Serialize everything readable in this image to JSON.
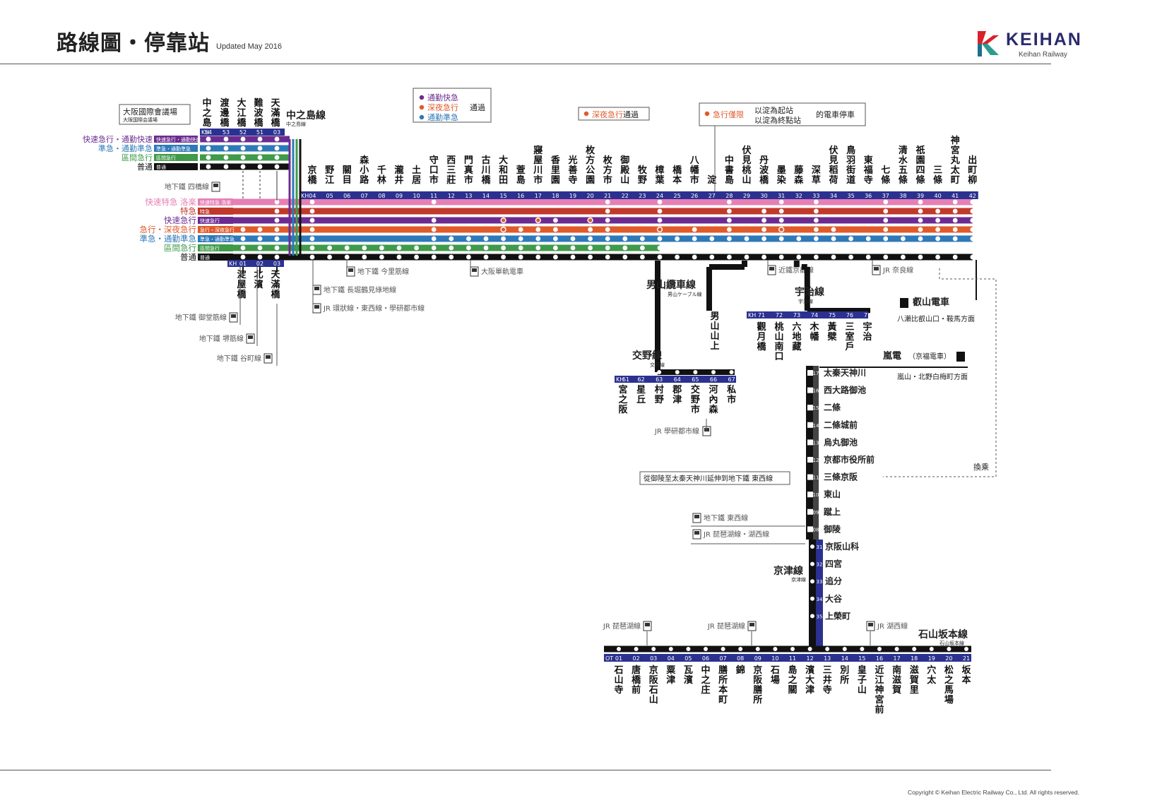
{
  "header": {
    "title": "路線圖・停靠站",
    "updated": "Updated May 2016",
    "brand": "KEIHAN",
    "brand_sub": "Keihan Railway",
    "copyright": "Copyright © Keihan Electric Railway Co., Ltd. All rights reserved."
  },
  "colors": {
    "rapid_express": "#e67fb5",
    "limited_express": "#c0392b",
    "rapid_exp": "#6b2c91",
    "express": "#e05a2a",
    "semi_express": "#2e79b8",
    "sub_express": "#3f9a4a",
    "local": "#111111",
    "navy": "#2b3190"
  },
  "legend": {
    "mainline_services": [
      {
        "label": "快速特急 洛楽",
        "tag": "快速特急 洛楽",
        "color": "#e67fb5"
      },
      {
        "label": "特急",
        "tag": "特急",
        "color": "#c0392b"
      },
      {
        "label": "快速急行",
        "tag": "快速急行",
        "color": "#6b2c91"
      },
      {
        "label": "急行・深夜急行",
        "tag": "急行・深夜急行",
        "color": "#e05a2a"
      },
      {
        "label": "準急・通勤準急",
        "tag": "準急・通勤準急",
        "color": "#2e79b8"
      },
      {
        "label": "區間急行",
        "tag": "區間急行",
        "color": "#3f9a4a"
      },
      {
        "label": "普通",
        "tag": "普通",
        "color": "#111111"
      }
    ],
    "nakanoshima_services": [
      {
        "label": "快速急行・通勤快速",
        "tag": "快速急行・通勤快速",
        "color": "#6b2c91"
      },
      {
        "label": "準急・通勤準急",
        "tag": "準急・通勤準急",
        "color": "#2e79b8"
      },
      {
        "label": "區間急行",
        "tag": "區間急行",
        "color": "#3f9a4a"
      },
      {
        "label": "普通",
        "tag": "普通",
        "color": "#111111"
      }
    ],
    "pass_box": {
      "items": [
        "通勤快急",
        "深夜急行",
        "通勤準急"
      ],
      "suffix": "通過"
    },
    "late_box": {
      "item": "深夜急行",
      "suffix": "通過"
    },
    "express_box": {
      "item": "急行僅限",
      "lines": [
        "以淀為起站",
        "以淀為終點站"
      ],
      "suffix": "的電車停車"
    },
    "transfer_label": "換乘",
    "extension_note": "從御陵至太秦天神川延伸到地下鐵 東西線"
  },
  "nakanoshima_line": {
    "name": "中之島線",
    "name_sub": "中之島線",
    "code": "KH",
    "venue": "大阪國際會議場",
    "venue_sub": "大阪国際会議場",
    "stations": [
      {
        "no": "54",
        "name": "中之島"
      },
      {
        "no": "53",
        "name": "渡邊橋"
      },
      {
        "no": "52",
        "name": "大江橋"
      },
      {
        "no": "51",
        "name": "難波橋"
      },
      {
        "no": "03",
        "name": "天滿橋"
      }
    ]
  },
  "mainline_west": [
    {
      "no": "01",
      "name": "淀屋橋"
    },
    {
      "no": "02",
      "name": "北濱"
    },
    {
      "no": "03",
      "name": "天滿橋"
    }
  ],
  "mainline": {
    "code": "KH04",
    "stations": [
      {
        "no": "04",
        "name": "京橋"
      },
      {
        "no": "05",
        "name": "野江"
      },
      {
        "no": "06",
        "name": "關目"
      },
      {
        "no": "07",
        "name": "森小路"
      },
      {
        "no": "08",
        "name": "千林"
      },
      {
        "no": "09",
        "name": "瀧井"
      },
      {
        "no": "10",
        "name": "土居"
      },
      {
        "no": "11",
        "name": "守口市"
      },
      {
        "no": "12",
        "name": "西三莊"
      },
      {
        "no": "13",
        "name": "門真市"
      },
      {
        "no": "14",
        "name": "古川橋"
      },
      {
        "no": "15",
        "name": "大和田"
      },
      {
        "no": "16",
        "name": "萱島"
      },
      {
        "no": "17",
        "name": "寢屋川市"
      },
      {
        "no": "18",
        "name": "香里園"
      },
      {
        "no": "19",
        "name": "光善寺"
      },
      {
        "no": "20",
        "name": "枚方公園"
      },
      {
        "no": "21",
        "name": "枚方市"
      },
      {
        "no": "22",
        "name": "御殿山"
      },
      {
        "no": "23",
        "name": "牧野"
      },
      {
        "no": "24",
        "name": "樟葉"
      },
      {
        "no": "25",
        "name": "橋本"
      },
      {
        "no": "26",
        "name": "八幡市"
      },
      {
        "no": "27",
        "name": "淀"
      },
      {
        "no": "28",
        "name": "中書島"
      },
      {
        "no": "29",
        "name": "伏見桃山"
      },
      {
        "no": "30",
        "name": "丹波橋"
      },
      {
        "no": "31",
        "name": "墨染"
      },
      {
        "no": "32",
        "name": "藤森"
      },
      {
        "no": "33",
        "name": "深草"
      },
      {
        "no": "34",
        "name": "伏見稻荷"
      },
      {
        "no": "35",
        "name": "鳥羽街道"
      },
      {
        "no": "36",
        "name": "東福寺"
      },
      {
        "no": "37",
        "name": "七條"
      },
      {
        "no": "38",
        "name": "清水五條"
      },
      {
        "no": "39",
        "name": "祇園四條"
      },
      {
        "no": "40",
        "name": "三條"
      },
      {
        "no": "41",
        "name": "神宮丸太町"
      },
      {
        "no": "42",
        "name": "出町柳"
      }
    ]
  },
  "transfers": {
    "yotsubashi": "地下鐵 四橋線",
    "imazatosuji": "地下鐵 今里筋線",
    "nagahori": "地下鐵 長堀鶴見綠地線",
    "jr_loop": "JR 環狀線・東西線・學研都市線",
    "monorail": "大阪單軌電車",
    "midosuji": "地下鐵 御堂筋線",
    "sakaisuji": "地下鐵 堺筋線",
    "tanimachi": "地下鐵 谷町線",
    "kintetsu": "近鐵京都線",
    "jr_nara": "JR 奈良線",
    "eizan": "叡山電車",
    "eizan_dest": "八瀨比叡山口・鞍馬方面",
    "randen": "嵐電",
    "randen_paren": "（京福電車）",
    "randen_dest": "嵐山・北野白梅町方面",
    "jr_gakken": "JR 學研都市線",
    "tozai": "地下鐵 東西線",
    "jr_biwako_kosei": "JR 琵琶湖線・湖西線",
    "jr_biwako_1": "JR 琵琶湖線",
    "jr_biwako_2": "JR 琵琶湖線",
    "jr_kosei": "JR 湖西線"
  },
  "otokoyama": {
    "name": "男山纜車線",
    "sub": "男山ケーブル線",
    "station": "男山山上"
  },
  "uji_line": {
    "name": "宇治線",
    "sub": "宇治線",
    "code": "KH",
    "stations": [
      {
        "no": "71",
        "name": "觀月橋"
      },
      {
        "no": "72",
        "name": "桃山南口"
      },
      {
        "no": "73",
        "name": "六地藏"
      },
      {
        "no": "74",
        "name": "木幡"
      },
      {
        "no": "75",
        "name": "黃檗"
      },
      {
        "no": "76",
        "name": "三室戶"
      },
      {
        "no": "77",
        "name": "宇治"
      }
    ]
  },
  "katano_line": {
    "name": "交野線",
    "sub": "交野線",
    "code": "KH",
    "stations": [
      {
        "no": "61",
        "name": "宮之阪"
      },
      {
        "no": "62",
        "name": "星丘"
      },
      {
        "no": "63",
        "name": "村野"
      },
      {
        "no": "64",
        "name": "郡津"
      },
      {
        "no": "65",
        "name": "交野市"
      },
      {
        "no": "66",
        "name": "河內森"
      },
      {
        "no": "67",
        "name": "私市"
      }
    ]
  },
  "keishin_line": {
    "name": "京津線",
    "sub": "京津線",
    "tozai_stations": [
      {
        "no": "17",
        "name": "太秦天神川"
      },
      {
        "no": "16",
        "name": "西大路御池"
      },
      {
        "no": "15",
        "name": "二條"
      },
      {
        "no": "14",
        "name": "二條城前"
      },
      {
        "no": "13",
        "name": "烏丸御池"
      },
      {
        "no": "12",
        "name": "京都市役所前"
      },
      {
        "no": "11",
        "name": "三條京阪"
      },
      {
        "no": "10",
        "name": "東山"
      },
      {
        "no": "09",
        "name": "蹴上"
      },
      {
        "no": "08",
        "name": "御陵"
      }
    ],
    "stations": [
      {
        "no": "31",
        "name": "京阪山科"
      },
      {
        "no": "32",
        "name": "四宮"
      },
      {
        "no": "33",
        "name": "追分"
      },
      {
        "no": "34",
        "name": "大谷"
      },
      {
        "no": "35",
        "name": "上榮町"
      }
    ]
  },
  "ishiyama_line": {
    "name": "石山坂本線",
    "sub": "石山坂本線",
    "code": "OT",
    "stations": [
      {
        "no": "01",
        "name": "石山寺"
      },
      {
        "no": "02",
        "name": "唐橋前"
      },
      {
        "no": "03",
        "name": "京阪石山"
      },
      {
        "no": "04",
        "name": "粟津"
      },
      {
        "no": "05",
        "name": "瓦濱"
      },
      {
        "no": "06",
        "name": "中之庄"
      },
      {
        "no": "07",
        "name": "膳所本町"
      },
      {
        "no": "08",
        "name": "錦"
      },
      {
        "no": "09",
        "name": "京阪膳所"
      },
      {
        "no": "10",
        "name": "石場"
      },
      {
        "no": "11",
        "name": "島之關"
      },
      {
        "no": "12",
        "name": "濱大津"
      },
      {
        "no": "13",
        "name": "三井寺"
      },
      {
        "no": "14",
        "name": "別所"
      },
      {
        "no": "15",
        "name": "皇子山"
      },
      {
        "no": "16",
        "name": "近江神宮前"
      },
      {
        "no": "17",
        "name": "南滋賀"
      },
      {
        "no": "18",
        "name": "滋賀里"
      },
      {
        "no": "19",
        "name": "穴太"
      },
      {
        "no": "20",
        "name": "松之馬場"
      },
      {
        "no": "21",
        "name": "坂本"
      }
    ]
  }
}
